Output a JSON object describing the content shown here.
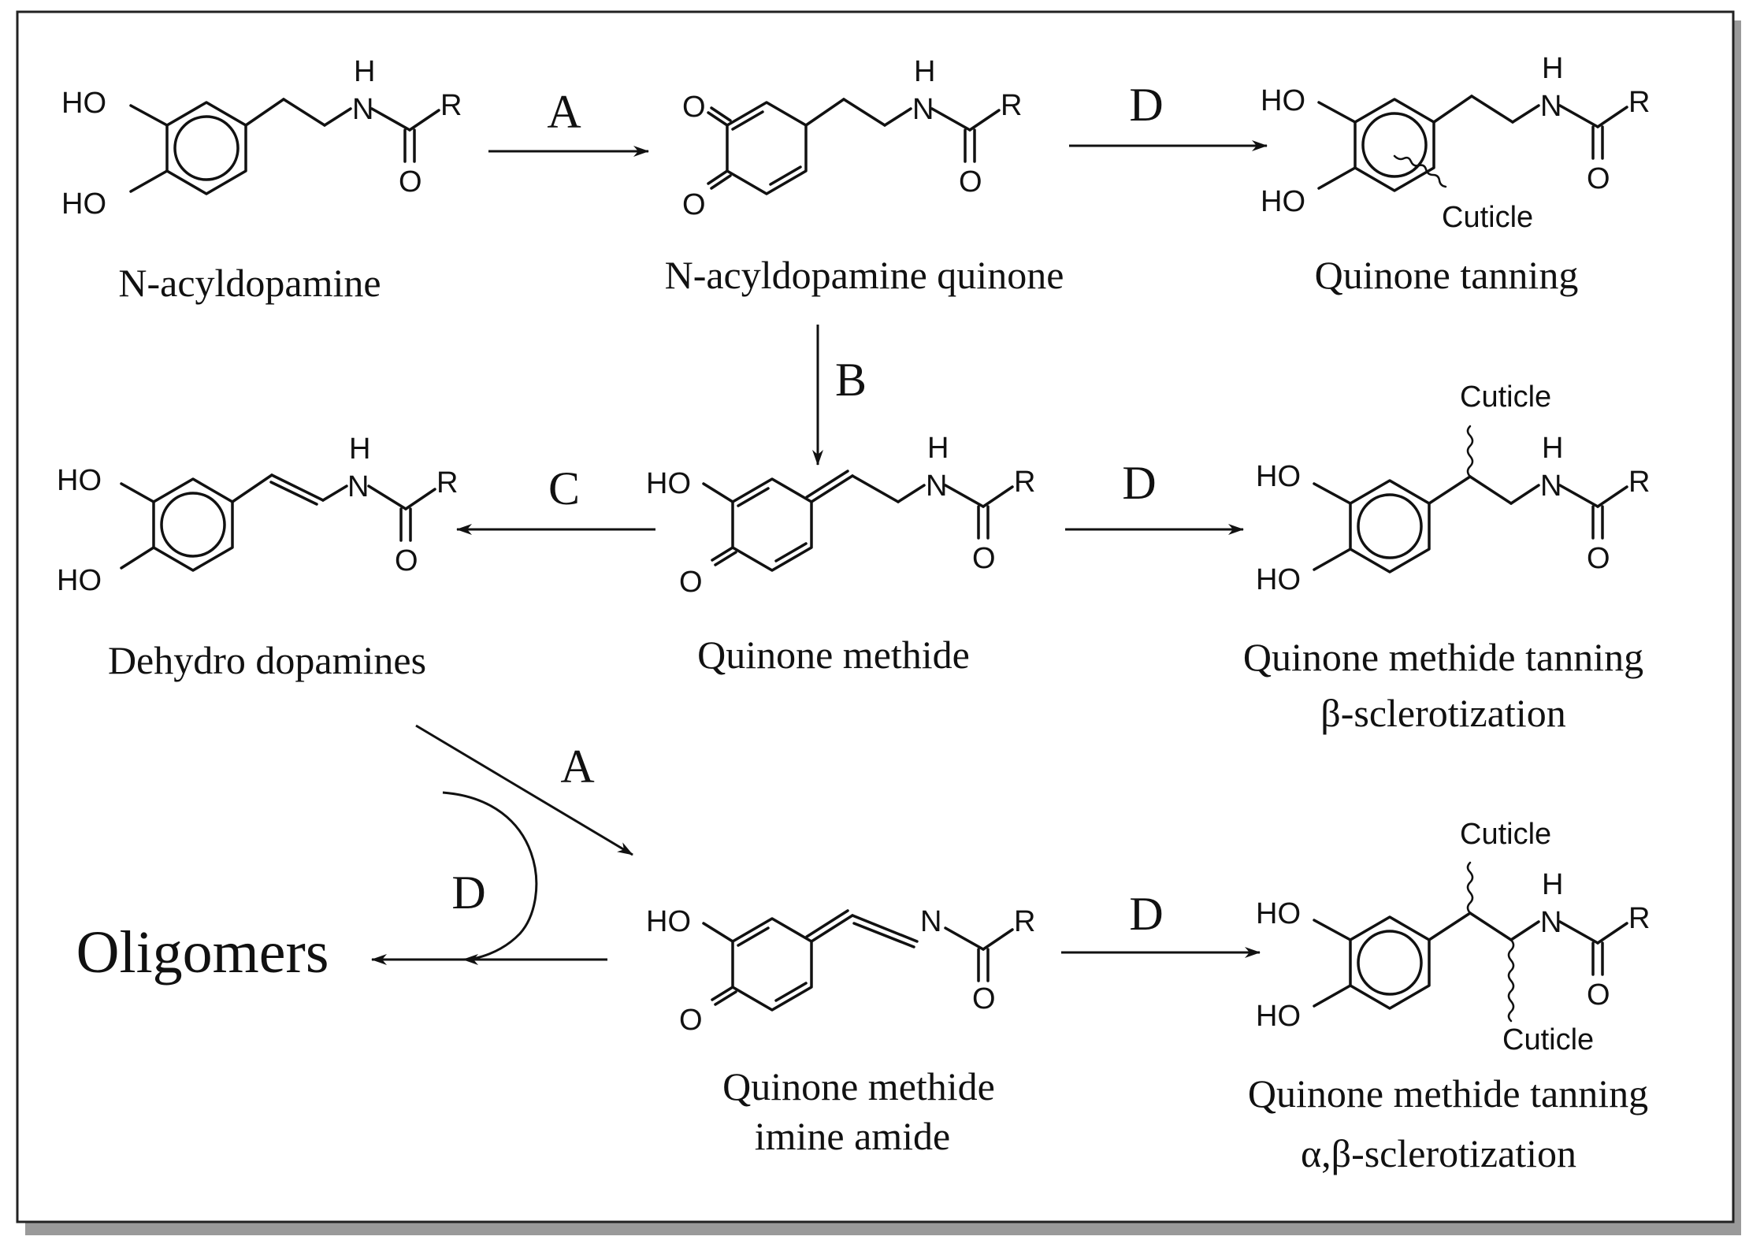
{
  "compounds": {
    "n_acyldopamine": "N-acyldopamine",
    "quinone": "N-acyldopamine quinone",
    "quinone_tanning": "Quinone tanning",
    "dehydro": "Dehydro dopamines",
    "quinone_methide": "Quinone methide",
    "qm_tanning": {
      "line1": "Quinone methide tanning",
      "line2": "β-sclerotization"
    },
    "oligomers": "Oligomers",
    "qm_imine": {
      "line1": "Quinone methide",
      "line2": "imine amide"
    },
    "qm_ab_tanning": {
      "line1": "Quinone methide tanning",
      "line2": "α,β-sclerotization"
    }
  },
  "atoms": {
    "hydroxyl": "HO",
    "oxygen": "O",
    "nitrogen": "N",
    "hydrogen": "H",
    "r_group": "R",
    "cuticle": "Cuticle"
  },
  "steps": {
    "A": "A",
    "B": "B",
    "C": "C",
    "D": "D"
  }
}
